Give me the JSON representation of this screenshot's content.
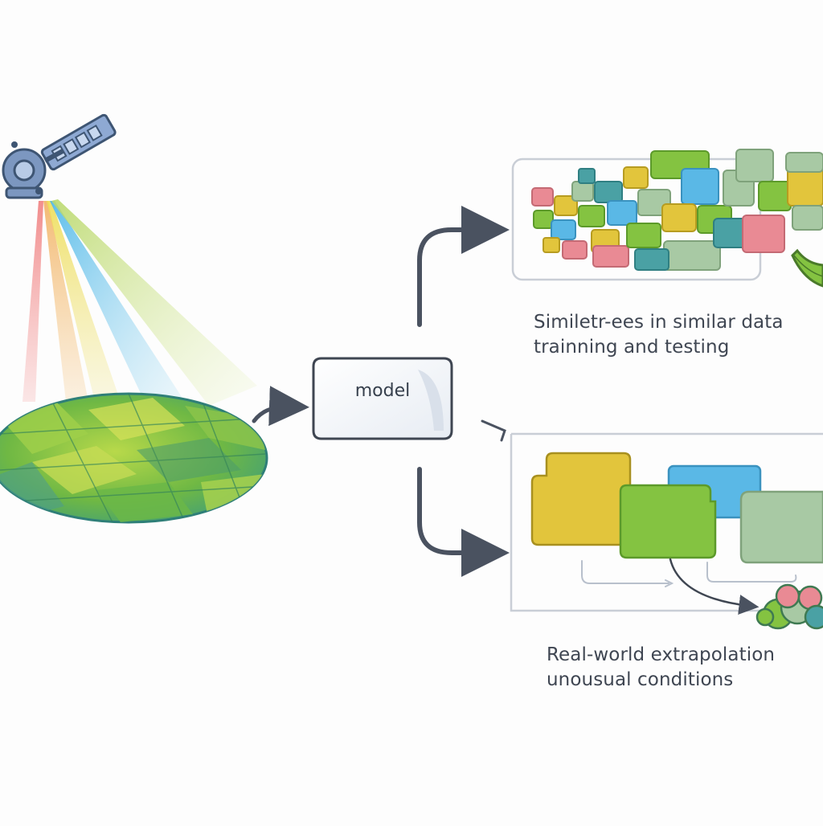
{
  "diagram": {
    "model_label": "model",
    "top_caption": {
      "line1": "Similetr-ees in similar data",
      "line2": "trainning and testing"
    },
    "bottom_caption": {
      "line1": "Real-world extrapolation",
      "line2": "unousual conditions"
    }
  },
  "colors": {
    "arrow": "#4a5260",
    "frame": "#c9ced6",
    "yellow": "#e2c53c",
    "green": "#84c341",
    "blue": "#5ab8e6",
    "sage": "#a8c9a4",
    "pink": "#e98a94",
    "teal": "#4aa1a4",
    "satellite": "#7c97c0"
  },
  "icons": [
    "satellite-icon",
    "field-map-icon",
    "model-box-icon",
    "data-cluster-icon",
    "leaf-icon",
    "cloud-cluster-icon"
  ]
}
